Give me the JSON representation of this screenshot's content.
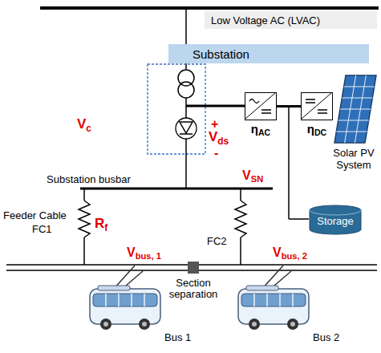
{
  "diagram": {
    "nodes": [
      {
        "text": [
          "Low Voltage AC (LVAC)"
        ]
      },
      {
        "text": [
          "Substation"
        ]
      },
      {
        "text": [
          "ηAC"
        ]
      },
      {
        "text": [
          "ηDC"
        ]
      },
      {
        "text": [
          "Solar PV System"
        ]
      },
      {
        "text": [
          "Storage"
        ]
      }
    ],
    "edges": [
      {
        "from": 2,
        "to": 3,
        "arrow": "none"
      },
      {
        "from": 3,
        "to": 4,
        "arrow": "none"
      }
    ],
    "labels": [
      "Vc",
      "+",
      "Vds",
      "-",
      "Substation busbar",
      "VSN",
      "Feeder Cable",
      "FC1",
      "Rf",
      "FC2",
      "Vbus, 1",
      "Section separation",
      "Vbus, 2",
      "Bus 1",
      "Bus 2"
    ]
  }
}
